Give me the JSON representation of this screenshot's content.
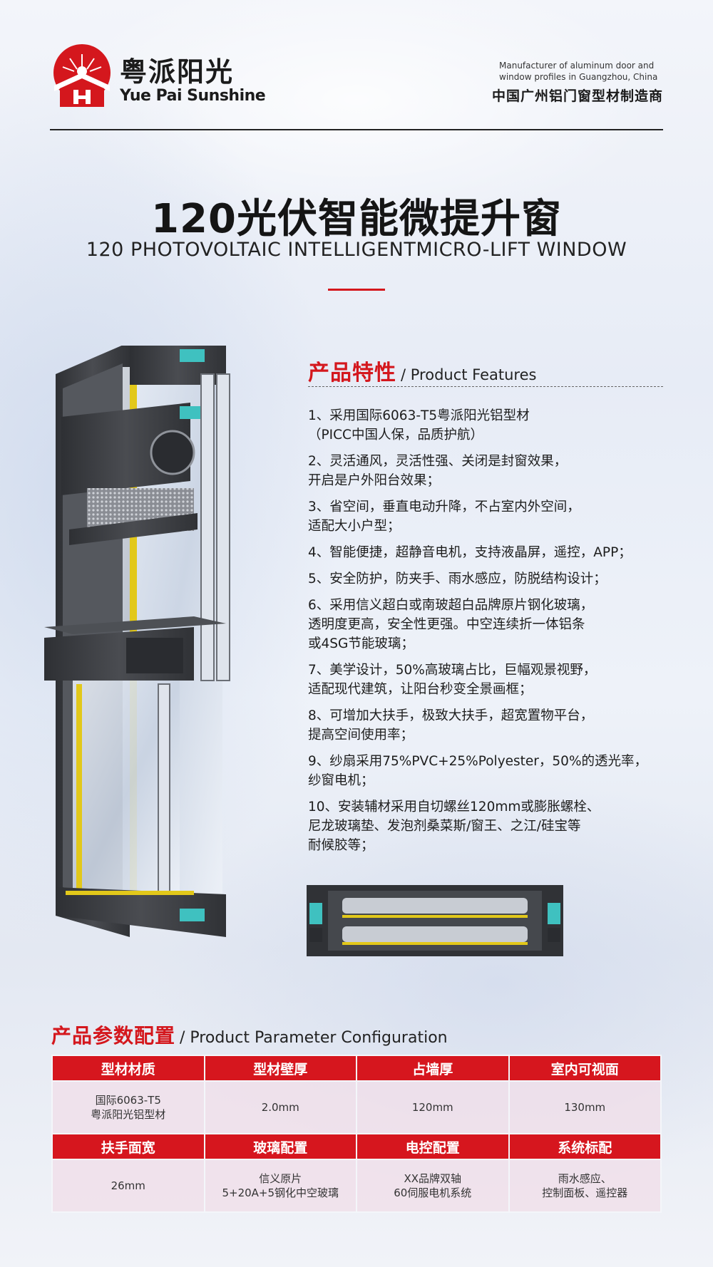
{
  "header": {
    "brand_cn": "粤派阳光",
    "brand_en": "Yue Pai Sunshine",
    "maker_en": "Manufacturer of aluminum door and window profiles in Guangzhou, China",
    "maker_cn": "中国广州铝门窗型材制造商",
    "logo_icon": "sunburst-house-logo"
  },
  "title": {
    "cn": "120光伏智能微提升窗",
    "en": "120 PHOTOVOLTAIC INTELLIGENTMICRO-LIFT WINDOW"
  },
  "features": {
    "heading_cn": "产品特性",
    "heading_en": "/ Product Features",
    "items": [
      "1、采用国际6063-T5粤派阳光铝型材\n（PICC中国人保，品质护航）",
      "2、灵活通风，灵活性强、关闭是封窗效果，\n开启是户外阳台效果；",
      "3、省空间，垂直电动升降，不占室内外空间，\n适配大小户型；",
      "4、智能便捷，超静音电机，支持液晶屏，遥控，APP；",
      "5、安全防护，防夹手、雨水感应，防脱结构设计；",
      "6、采用信义超白或南玻超白品牌原片钢化玻璃，\n透明度更高，安全性更强。中空连续折一体铝条\n或4SG节能玻璃；",
      "7、美学设计，50%高玻璃占比，巨幅观景视野，\n适配现代建筑，让阳台秒变全景画框；",
      "8、可增加大扶手，极致大扶手，超宽置物平台，\n提高空间使用率；",
      "9、纱扇采用75%PVC+25%Polyester，50%的透光率，\n纱窗电机；",
      "10、安装辅材采用自切螺丝120mm或膨胀螺栓、\n尼龙玻璃垫、发泡剂桑菜斯/窗王、之江/硅宝等\n耐候胶等；"
    ]
  },
  "params": {
    "heading_cn": "产品参数配置",
    "heading_en": "/ Product Parameter Configuration",
    "row1_headers": [
      "型材材质",
      "型材壁厚",
      "占墙厚",
      "室内可视面"
    ],
    "row1_values": [
      "国际6063-T5\n粤派阳光铝型材",
      "2.0mm",
      "120mm",
      "130mm"
    ],
    "row2_headers": [
      "扶手面宽",
      "玻璃配置",
      "电控配置",
      "系统标配"
    ],
    "row2_values": [
      "26mm",
      "信义原片\n5+20A+5钢化中空玻璃",
      "XX品牌双轴\n60伺服电机系统",
      "雨水感应、\n控制面板、遥控器"
    ]
  },
  "colors": {
    "accent_red": "#d4171d",
    "table_header_red": "#d6161e",
    "table_cell_pink": "#f0dee8",
    "profile_gray": "#3a3c40",
    "gasket_teal": "#3fc1c0",
    "seal_yellow": "#e8d21a"
  }
}
